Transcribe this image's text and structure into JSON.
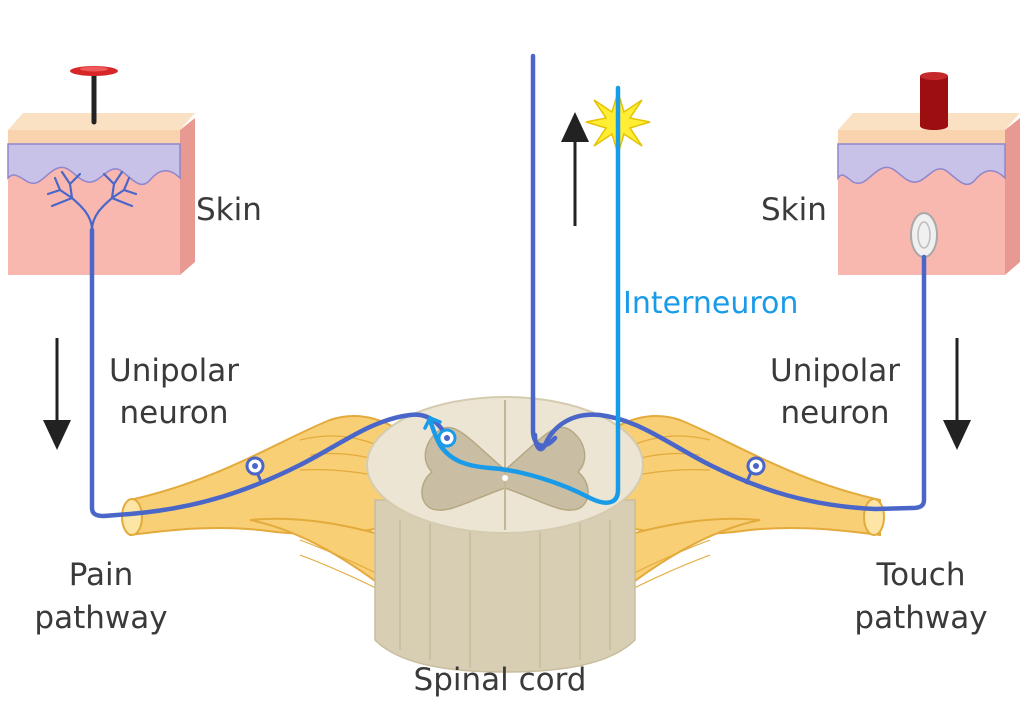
{
  "labels": {
    "skin_left": "Skin",
    "skin_right": "Skin",
    "interneuron": "Interneuron",
    "unipolar_left_line1": "Unipolar",
    "unipolar_left_line2": "neuron",
    "unipolar_right_line1": "Unipolar",
    "unipolar_right_line2": "neuron",
    "pain_line1": "Pain",
    "pain_line2": "pathway",
    "touch_line1": "Touch",
    "touch_line2": "pathway",
    "spinal_cord": "Spinal cord"
  },
  "colors": {
    "skin_top": "#f9d2ae",
    "skin_blue": "#c9c2e8",
    "skin_pink": "#f8b8b0",
    "skin_side": "#e89a92",
    "neuron": "#4a66c8",
    "interneuron": "#1a9be8",
    "nerve": "#f8cf75",
    "nerve_stroke": "#e3aa3c",
    "cord": "#e8e0cc",
    "grey_matter": "#c9bea3",
    "pin": "#d62626",
    "weight": "#9c0e10",
    "star": "#ffee33",
    "arrow": "#222222"
  },
  "icons": {
    "pin": "pin-stimulus-icon",
    "weight": "weight-stimulus-icon",
    "pain_spark": "pain-spark-icon"
  }
}
